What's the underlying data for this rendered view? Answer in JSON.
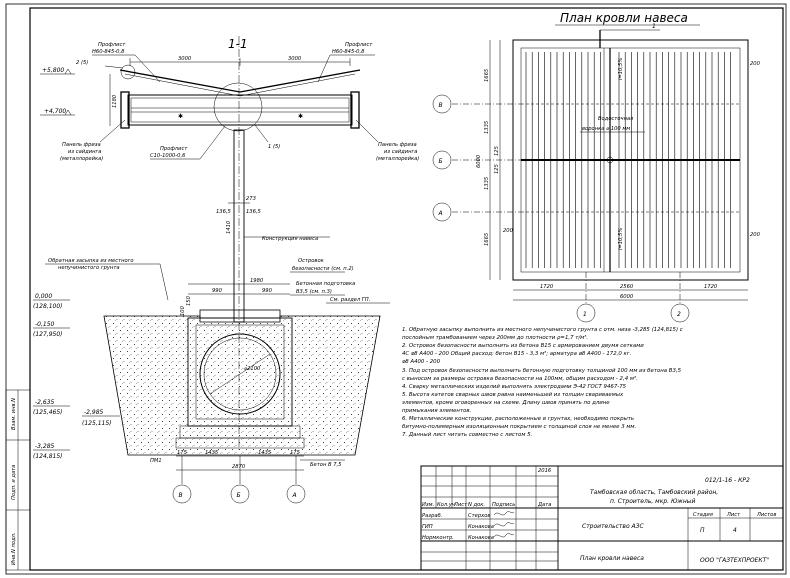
{
  "section": {
    "title": "1-1",
    "callout_top": "2 (5)",
    "callout_bottom": "1 (5)",
    "profile_left": [
      "Профлист",
      "Н60-845-0,8"
    ],
    "profile_right": [
      "Профлист",
      "Н60-845-0,8"
    ],
    "profile_bottom": [
      "Профлист",
      "С10-1000-0,6"
    ],
    "frieze_left": [
      "Панель фриза",
      "из сайдинга",
      "(металлорейка)"
    ],
    "frieze_right": [
      "Панель фриза",
      "из сайдинга",
      "(металлорейка)"
    ],
    "dim_top_left": "3000",
    "dim_top_right": "3000",
    "dim_height": "1180",
    "level_top": "+5,800",
    "level_mid": "+4,700",
    "dim_273": "273",
    "dim_136_left": "136,5",
    "dim_136_right": "136,5",
    "dim_1410": "1410",
    "canopy_structure": "Конструкция навеса",
    "backfill": [
      "Обратная засыпка из местного",
      "непучинистого грунта"
    ],
    "island": [
      "Островок",
      "безопасности (см. п.2)"
    ],
    "concrete_prep": [
      "Бетонная подготовка",
      "В3,5 (см. п.3)"
    ],
    "see_section": "См. раздел ГП.",
    "dim_1980": "1980",
    "dim_990_left": "990",
    "dim_990_right": "990",
    "dim_100": "100",
    "dim_150": "150",
    "level_000": "0,000",
    "level_000b": "(128,100)",
    "level_015": "-0,150",
    "level_015b": "(127,950)",
    "level_2635": "-2,635",
    "level_2635b": "(125,465)",
    "level_2985": "-2,985",
    "level_2985b": "(125,115)",
    "level_3285": "-3,285",
    "level_3285b": "(124,815)",
    "pipe_diameter": "⌀2100",
    "pm1": "ПМ1",
    "bottom_dims": [
      "175",
      "1435",
      "1435",
      "175"
    ],
    "dim_2870": "2870",
    "concrete_b75": "Бетон В 7,5",
    "axes": [
      "В",
      "Б",
      "А"
    ]
  },
  "plan": {
    "title": "План кровли навеса",
    "marker": "1",
    "dim_1665_top": "1665",
    "dim_1335_a": "1335",
    "dim_1335_b": "1335",
    "dim_1665_bottom": "1665",
    "dim_6000_v": "6000",
    "dim_125_a": "125",
    "dim_125_b": "125",
    "dim_200_tr": "200",
    "dim_200_bl": "200",
    "dim_200_br": "200",
    "slope_top": "i=10,5%",
    "slope_bottom": "i=10,5%",
    "funnel": [
      "Водосточная",
      "воронка ⌀ 100 мм"
    ],
    "bottom_dims": [
      "1720",
      "2560",
      "1720"
    ],
    "dim_6000_h": "6000",
    "axes_left": [
      "В",
      "Б",
      "А"
    ],
    "axes_bottom": [
      "1",
      "2"
    ]
  },
  "notes": [
    "1. Обратную засыпку выполнить из местного непучинистого грунта  с отм. низа -3,285 (124,815) с",
    "    послойным трамбованием через 200мм до плотности  ρ=1,7 т/м³.",
    "2. Островок безопасности выполнить из бетона В15 с армированием двумя сетками",
    "    4С ⌀8 А400 - 200  Общий расход: бетон В15 - 3,3 м³; арматура ⌀8 А400 - 172,0 кг.",
    "        ⌀8 А400 - 200",
    "3. Под островок безопасности выполнить  бетонную подготовку  толщиной 100 мм из бетона В3,5",
    "    с выносом за размеры островка безопасности на 100мм, общим расходом - 2,4 м³.",
    "4. Сварку металлических изделий выполнять электродами Э-42 ГОСТ 9467-75",
    "5. Высота катетов сварных швов равна наименьшей из толщин свариваемых",
    "    элементов, кроме оговоренных на схеме. Длину швов принять по длине",
    "    примыкания элементов.",
    "6. Металлические конструкции, расположенные в грунтах, необходимо покрыть",
    "    битумно-полимерным изоляционным покрытием с толщиной слоя не менее 3 мм.",
    "7. Данный лист читать совместно с листом 5."
  ],
  "stamp": {
    "year": "2016",
    "doc_code": "012/1-16 - КР2",
    "location": [
      "Тамбовская область, Тамбовский район,",
      "п. Строитель, мкр. Южный"
    ],
    "object": "Строительство АЗС",
    "sheet_title": "План кровли навеса",
    "company": "ООО \"ГАЗТЕХПРОЕКТ\"",
    "headers": [
      "Изм.",
      "Кол.уч",
      "Лист",
      "N док.",
      "Подпись",
      "Дата"
    ],
    "roles": [
      "Разраб.",
      "ГИП",
      "Нормконтр."
    ],
    "names": [
      "Стерхов",
      "Конакова",
      "Конакова"
    ],
    "stage_header": "Стадия",
    "sheet_header": "Лист",
    "sheets_header": "Листов",
    "stage": "П",
    "sheet_no": "4",
    "sheets_total": ""
  },
  "side_stamp": [
    "Взам. инв.N",
    "Подп. и дата",
    "Инв.N подл."
  ]
}
